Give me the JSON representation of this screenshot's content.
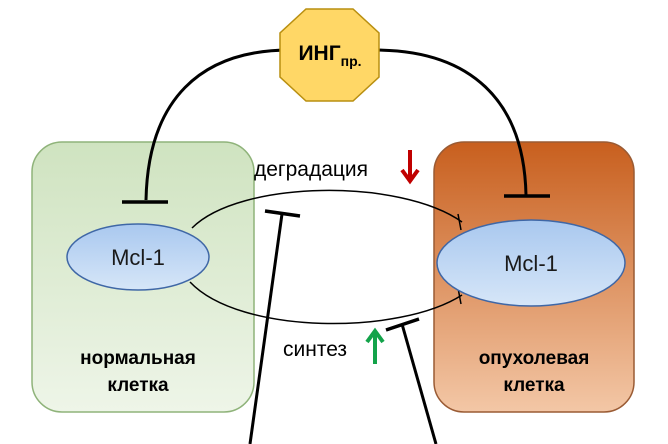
{
  "inhibitor": {
    "main": "ИНГ",
    "sub": "пр."
  },
  "normal_cell": {
    "protein": "Mcl-1",
    "label_line1": "нормальная",
    "label_line2": "клетка"
  },
  "tumor_cell": {
    "protein": "Mcl-1",
    "label_line1": "опухолевая",
    "label_line2": "клетка"
  },
  "degradation": {
    "label": "деградация",
    "arrow": "down-arrow-icon"
  },
  "synthesis": {
    "label": "синтез",
    "arrow": "up-arrow-icon"
  },
  "colors": {
    "normal_fill_top": "#cfe3c0",
    "normal_fill_bottom": "#eef5e8",
    "normal_stroke": "#8fb37a",
    "tumor_fill_top": "#c85f1e",
    "tumor_fill_bottom": "#f3c7a6",
    "tumor_stroke": "#9a5b34",
    "oval_fill": "#b8d3f2",
    "oval_stroke": "#3f67a6",
    "octagon_fill": "#ffd766",
    "octagon_stroke": "#b98f10",
    "down_arrow": "#c00000",
    "up_arrow": "#13a34a"
  }
}
